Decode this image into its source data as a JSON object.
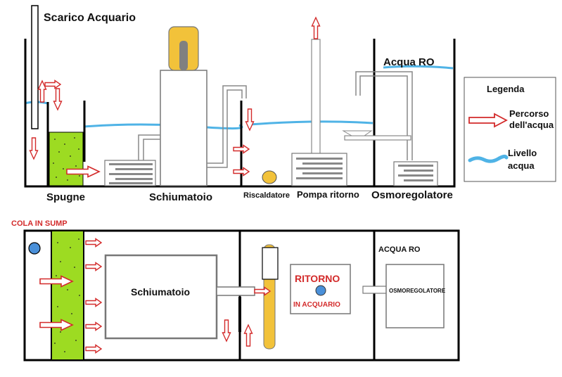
{
  "colors": {
    "water": "#4fb3e6",
    "sponge": "#9ddb22",
    "arrow_red": "#d32a2a",
    "heater": "#f2c23a",
    "gray": "#808080",
    "black": "#000000"
  },
  "side_view": {
    "labels": {
      "drain": "Scarico Acquario",
      "sponges": "Spugne",
      "skimmer": "Schiumatoio",
      "heater": "Riscaldatore",
      "return_pump": "Pompa ritorno",
      "ato": "Osmoregolatore",
      "ro_water": "Acqua RO"
    }
  },
  "legend": {
    "title": "Legenda",
    "flow_line1": "Percorso",
    "flow_line2": "dell'acqua",
    "level_line1": "Livello",
    "level_line2": "acqua",
    "icons": {
      "flow": "red-outline-arrow-icon",
      "level": "blue-wave-icon"
    }
  },
  "top_view": {
    "labels": {
      "drain": "COLA IN SUMP",
      "skimmer": "Schiumatoio",
      "return_line1": "RITORNO",
      "return_line2": "IN ACQUARIO",
      "ro_water": "ACQUA RO",
      "ato": "OSMOREGOLATORE"
    }
  }
}
